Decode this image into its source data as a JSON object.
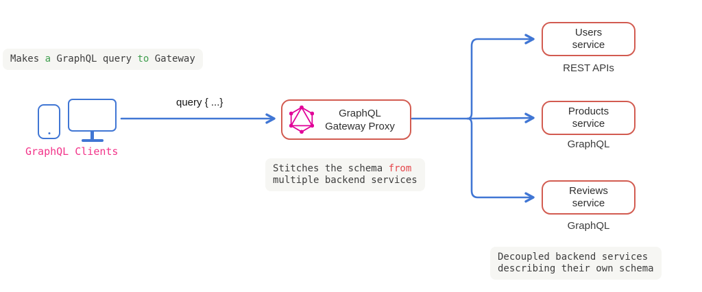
{
  "colors": {
    "connector_blue": "#4076d4",
    "node_border_red": "#d25b50",
    "graphql_logo_pink": "#e10098",
    "clients_label_pink": "#f23389",
    "note_green": "#3f9e4e",
    "note_red": "#e5484d",
    "note_background": "#f6f6f3",
    "text_dark": "#2e2e2e"
  },
  "notes": {
    "query_note": {
      "segments": [
        {
          "text": "Makes ",
          "color": "gray"
        },
        {
          "text": "a",
          "color": "green"
        },
        {
          "text": " GraphQL query ",
          "color": "gray"
        },
        {
          "text": "to",
          "color": "green"
        },
        {
          "text": " Gateway",
          "color": "gray"
        }
      ]
    },
    "stitches_note": {
      "line1_segments": [
        {
          "text": "Stitches the schema ",
          "color": "gray"
        },
        {
          "text": "from",
          "color": "red"
        }
      ],
      "line2": "multiple backend services"
    },
    "decoupled_note": {
      "line1": "Decoupled backend services",
      "line2": "describing their own schema"
    }
  },
  "clients": {
    "label": "GraphQL Clients",
    "icons": [
      "tablet-icon",
      "monitor-icon"
    ]
  },
  "edge_labels": {
    "query": "query { ...}"
  },
  "gateway": {
    "icon": "graphql-logo-icon",
    "line1": "GraphQL",
    "line2": "Gateway Proxy"
  },
  "services": [
    {
      "line1": "Users",
      "line2": "service",
      "protocol": "REST APIs"
    },
    {
      "line1": "Products",
      "line2": "service",
      "protocol": "GraphQL"
    },
    {
      "line1": "Reviews",
      "line2": "service",
      "protocol": "GraphQL"
    }
  ]
}
